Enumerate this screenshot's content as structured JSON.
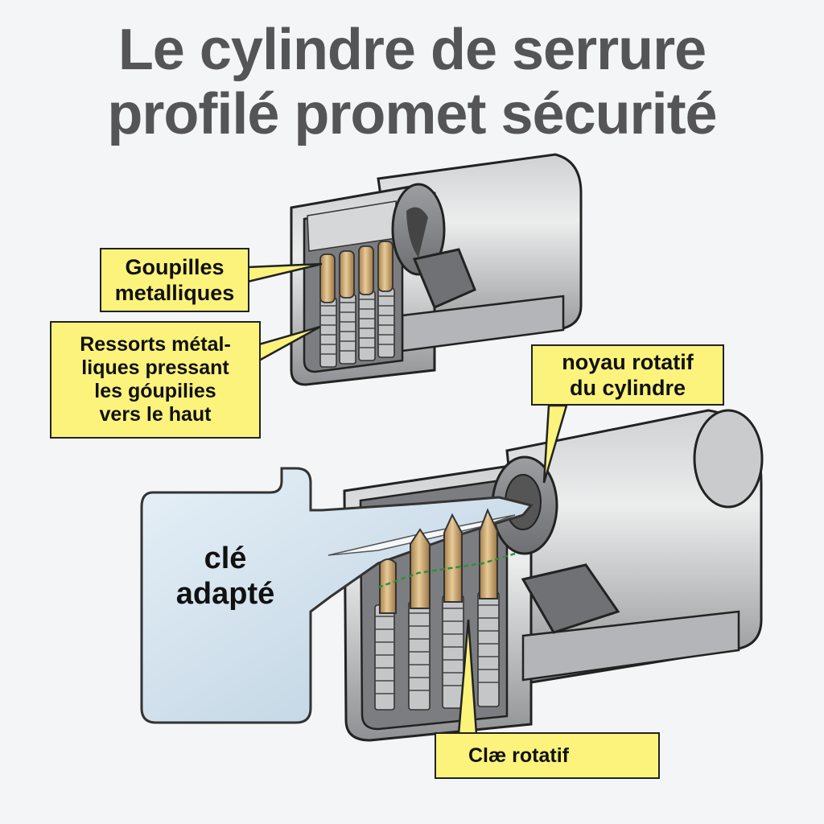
{
  "title": {
    "line1": "Le cylindre de serrure",
    "line2": "profilé promet sécurité"
  },
  "callouts": {
    "pins": [
      "Goupilles",
      "metalliques"
    ],
    "springs": [
      "Ressorts métal-",
      "liques pressant",
      "les góupilies",
      "vers le haut"
    ],
    "core": [
      "noyau rotatif",
      "du cylindre"
    ],
    "shear": "Clæ rotatif"
  },
  "key": {
    "label_line1": "clé",
    "label_line2": "adapté"
  },
  "colors": {
    "callout_bg": "#fbf37c",
    "metal": "#a7a9ac",
    "brass": "#c9a470",
    "key": "#d6e6f2",
    "title": "#555557"
  }
}
